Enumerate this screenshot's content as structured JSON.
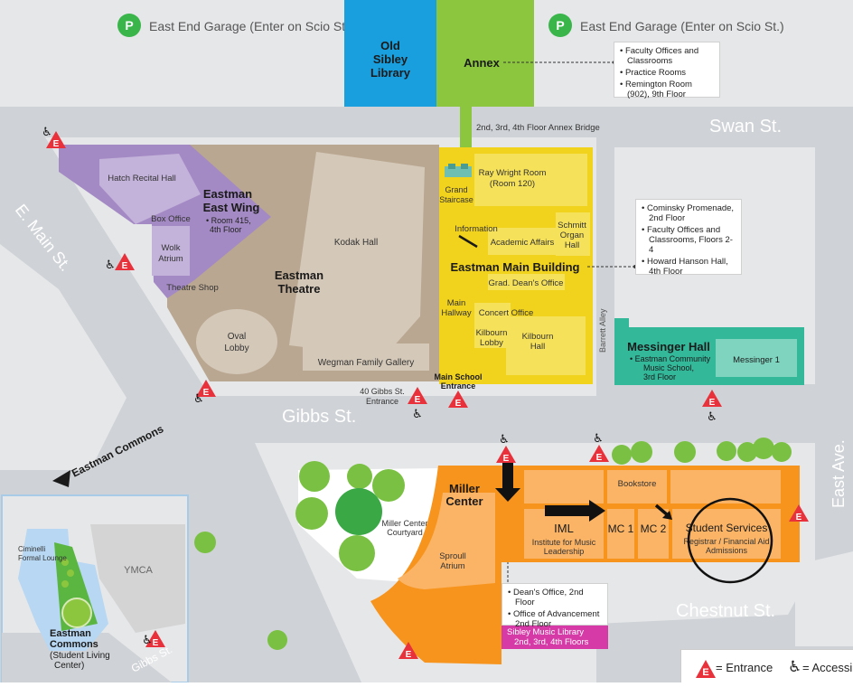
{
  "labels": {
    "parking_left": "East End Garage (Enter on Scio St.)",
    "parking_right": "East End Garage (Enter on Scio St.)",
    "parking_icon": "P",
    "library": [
      "Old",
      "Sibley",
      "Library"
    ],
    "annex": "Annex",
    "annex_bridge": "2nd, 3rd, 4th Floor Annex Bridge",
    "swan_st": "Swan St.",
    "east_main_st": "E. Main St.",
    "gibbs_st": "Gibbs St.",
    "chestnut_st": "Chestnut St.",
    "east_ave": "East Ave.",
    "eastman_commons_arrow": "Eastman Commons",
    "barrett_alley": "Barrett Alley",
    "hatch_recital_hall": "Hatch Recital Hall",
    "east_wing": [
      "Eastman",
      "East Wing"
    ],
    "east_wing_notes": [
      "• Room 415,",
      "4th Floor"
    ],
    "box_office": "Box Office",
    "wolk_atrium": [
      "Wolk",
      "Atrium"
    ],
    "theatre_shop": "Theatre Shop",
    "oval_lobby": [
      "Oval",
      "Lobby"
    ],
    "kodak_hall": "Kodak Hall",
    "eastman_theatre": [
      "Eastman",
      "Theatre"
    ],
    "wegman_gallery": "Wegman Family Gallery",
    "grand_staircase": [
      "Grand",
      "Staircase"
    ],
    "ray_wright_room": [
      "Ray Wright Room",
      "(Room 120)"
    ],
    "information": "Information",
    "academic_affairs": "Academic Affairs",
    "schmitt_organ_hall": [
      "Schmitt",
      "Organ",
      "Hall"
    ],
    "main_building": "Eastman Main Building",
    "grad_deans_office": "Grad. Dean's Office",
    "main_hallway": [
      "Main",
      "Hallway"
    ],
    "concert_office": "Concert Office",
    "kilbourn_lobby": [
      "Kilbourn",
      "Lobby"
    ],
    "kilbourn_hall": [
      "Kilbourn",
      "Hall"
    ],
    "gibbs_entrance": [
      "40 Gibbs St.",
      "Entrance"
    ],
    "main_school_entrance": [
      "Main School",
      "Entrance"
    ],
    "messinger_hall": "Messinger Hall",
    "messinger_notes": [
      "• Eastman Community",
      "Music School,",
      "3rd Floor"
    ],
    "messinger_1": "Messinger 1",
    "miller_center": [
      "Miller",
      "Center"
    ],
    "miller_courtyard": [
      "Miller Center",
      "Courtyard"
    ],
    "sproull_atrium": [
      "Sproull",
      "Atrium"
    ],
    "iml": "IML",
    "iml_full": [
      "Institute for Music",
      "Leadership"
    ],
    "mc1": "MC 1",
    "mc2": "MC 2",
    "bookstore": "Bookstore",
    "student_services": "Student Services",
    "student_services_sub": [
      "Registrar / Financial Aid",
      "Admissions"
    ],
    "ciminelli_lounge": [
      "Ciminelli",
      "Formal Lounge"
    ],
    "ymca": "YMCA",
    "eastman_commons_inset": [
      "Eastman",
      "Commons"
    ],
    "student_living_center": [
      "(Student Living",
      "Center)"
    ],
    "inset_gibbs_st": "Gibbs St.",
    "entrance_symbol": "E",
    "accessible_symbol": "♿"
  },
  "notes": {
    "annex": [
      "Faculty Offices and Classrooms",
      "Practice Rooms",
      "Remington Room (902), 9th Floor"
    ],
    "main_building": [
      "Cominsky Promenade, 2nd Floor",
      "Faculty Offices and Classrooms, Floors 2-4",
      "Howard Hanson Hall, 4th Floor"
    ],
    "miller": [
      "Dean's Office, 2nd Floor",
      "Office of Advancement 2nd Floor"
    ],
    "sibley_music_library": [
      "Sibley Music Library",
      "2nd, 3rd, 4th Floors"
    ]
  },
  "legend": {
    "entrance_symbol": "E",
    "entrance": "= Entrance",
    "accessible_symbol": "♿",
    "accessible": "= Accessi"
  },
  "colors": {
    "library": "#1a9fde",
    "annex": "#8cc63f",
    "main_building": "#f1d21c",
    "east_wing": "#a48ac4",
    "theatre": "#b9a791",
    "messinger": "#33b89a",
    "miller": "#f7941d",
    "entrance": "#e8313a",
    "parking": "#39b54a"
  }
}
